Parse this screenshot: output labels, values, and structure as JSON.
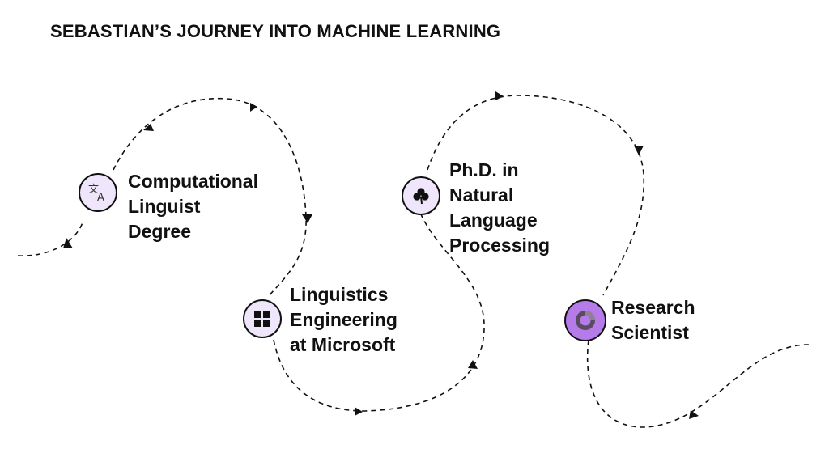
{
  "title": "SEBASTIAN’S JOURNEY INTO MACHINE LEARNING",
  "colors": {
    "node_fill": "#efe6fb",
    "node_fill_active": "#b57be8",
    "stroke": "#111111"
  },
  "milestones": [
    {
      "label": "Computational\nLinguist Degree",
      "icon": "translate-icon",
      "active": false
    },
    {
      "label": "Linguistics\nEngineering\nat Microsoft",
      "icon": "windows-logo-icon",
      "active": false
    },
    {
      "label": "Ph.D. in Natural\nLanguage\nProcessing",
      "icon": "shamrock-icon",
      "active": false
    },
    {
      "label": "Research\nScientist",
      "icon": "swirl-logo-icon",
      "active": true
    }
  ]
}
